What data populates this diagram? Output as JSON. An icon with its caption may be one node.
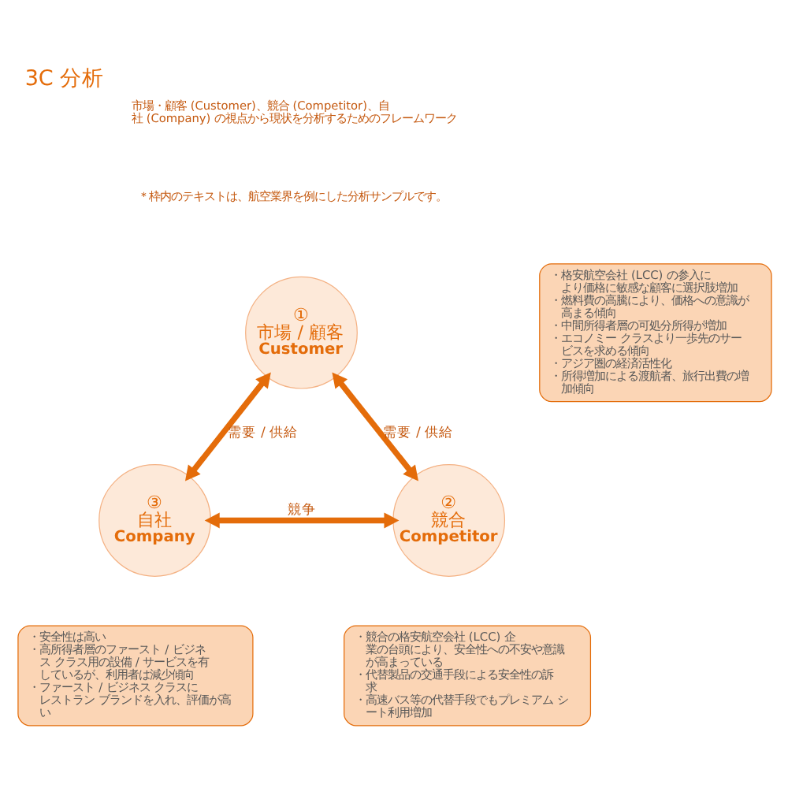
{
  "diagram": {
    "title": "3C 分析",
    "nodes": [
      {
        "text": [
          "①",
          "市場 / 顧客",
          "Customer"
        ]
      },
      {
        "text": [
          "②",
          "競合",
          "Competitor"
        ]
      },
      {
        "text": [
          "③",
          "自社",
          "Company"
        ]
      },
      {
        "text": [
          "・格安航空会社 (LCC) の参入により価格に敏感な顧客に選択肢増加",
          "・燃料費の高騰により、価格への意識が高まる傾向",
          "・中間所得者層の可処分所得が増加",
          "・エコノミー クラスより一歩先のサービスを求める傾向",
          "・アジア圏の経済活性化",
          "・所得増加による渡航者、旅行出費の増加傾向"
        ]
      },
      {
        "text": [
          "・競合の格安航空会社 (LCC) 企業の台頭により、安全性への不安や意識が高まっている",
          "・代替製品の交通手段による安全性の訴求",
          "・高速バス等の代替手段でもプレミアム シート利用増加"
        ]
      },
      {
        "text": [
          "・安全性は高い",
          "・高所得者層のファースト / ビジネス クラス用の設備 / サービスを有しているが、利用者は減少傾向",
          "・ファースト / ビジネス クラスにレストラン ブランドを入れ、評価が高い"
        ]
      }
    ],
    "edges": [
      {
        "from": 0,
        "to": 1,
        "arrow": "both",
        "label": "需要 / 供給"
      },
      {
        "from": 0,
        "to": 2,
        "arrow": "both",
        "label": "需要 / 供給"
      },
      {
        "from": 2,
        "to": 1,
        "arrow": "both",
        "label": "競争"
      }
    ],
    "labels": [
      "市場・顧客 (Customer)、競合 (Competitor)、自社 (Company) の視点から現状を分析するためのフレームワーク",
      "＊枠内のテキストは、航空業界を例にした分析サンプルです。"
    ]
  }
}
